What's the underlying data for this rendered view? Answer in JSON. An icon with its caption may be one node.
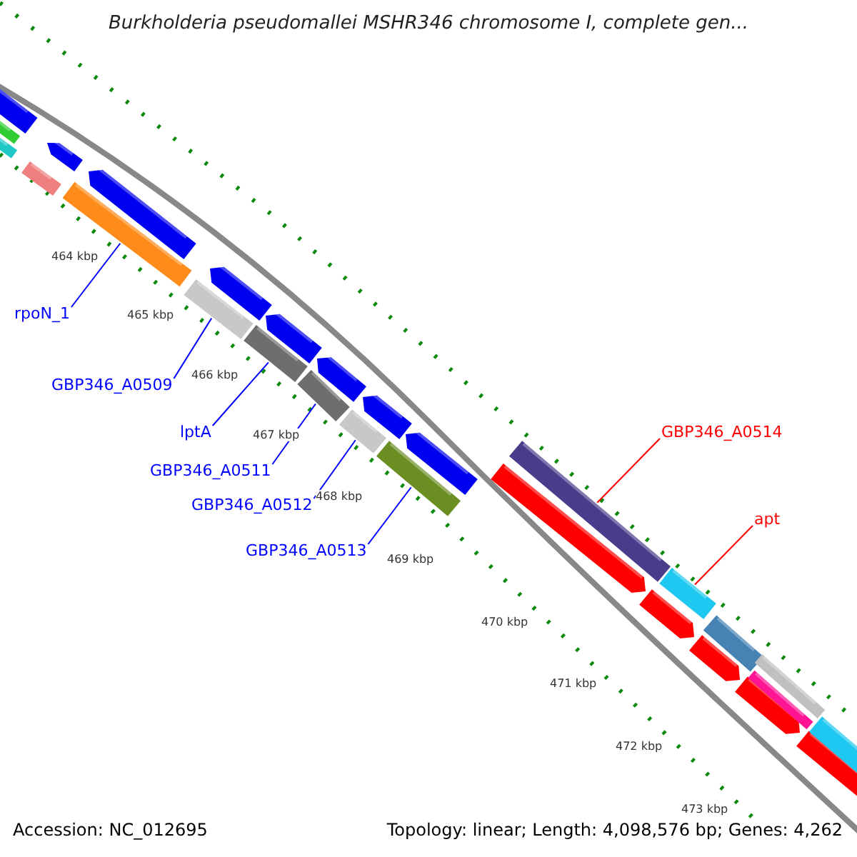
{
  "diagram": {
    "title": "Burkholderia pseudomallei MSHR346 chromosome I, complete gen...",
    "nodes": [
      {
        "text": [
          "rpoN_1"
        ]
      },
      {
        "text": [
          "GBP346_A0509"
        ]
      },
      {
        "text": [
          "lptA"
        ]
      },
      {
        "text": [
          "GBP346_A0511"
        ]
      },
      {
        "text": [
          "GBP346_A0512"
        ]
      },
      {
        "text": [
          "GBP346_A0513"
        ]
      },
      {
        "text": [
          "GBP346_A0514"
        ]
      },
      {
        "text": [
          "apt"
        ]
      },
      {
        "text": [],
        "shape": "bar"
      },
      {
        "text": [],
        "shape": "bar"
      },
      {
        "text": [],
        "shape": "bar"
      },
      {
        "text": [],
        "shape": "bar"
      },
      {
        "text": [],
        "shape": "bar"
      },
      {
        "text": [],
        "shape": "bar"
      },
      {
        "text": [],
        "shape": "bar"
      },
      {
        "text": [],
        "shape": "bar"
      }
    ],
    "edges": [
      {
        "from": 0,
        "to": 8,
        "arrow": "none"
      },
      {
        "from": 1,
        "to": 9,
        "arrow": "none"
      },
      {
        "from": 2,
        "to": 10,
        "arrow": "none"
      },
      {
        "from": 3,
        "to": 11,
        "arrow": "none"
      },
      {
        "from": 4,
        "to": 12,
        "arrow": "none"
      },
      {
        "from": 5,
        "to": 13,
        "arrow": "none"
      },
      {
        "from": 6,
        "to": 14,
        "arrow": "none",
        "color": "#ff0000"
      },
      {
        "from": 7,
        "to": 15,
        "arrow": "none",
        "color": "#ff0000"
      }
    ],
    "labels": [
      "464 kbp",
      "465 kbp",
      "466 kbp",
      "467 kbp",
      "468 kbp",
      "469 kbp",
      "470 kbp",
      "471 kbp",
      "472 kbp",
      "473 kbp",
      "Accession: NC_012695",
      "Topology: linear; Length: 4,098,576 bp; Genes: 4,262"
    ]
  }
}
